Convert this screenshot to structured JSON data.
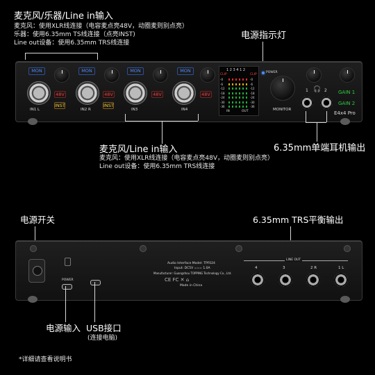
{
  "front_callout_top": {
    "title": "麦克风/乐器/Line in输入",
    "line1": "麦克风：使用XLR线连接（电容麦点亮48V，动圈麦则别点亮）",
    "line2": "乐器：使用6.35mm TS线连接（点亮INST)",
    "line3": "Line out设备：使用6.35mm TRS线连接"
  },
  "power_indicator_label": "电源指示灯",
  "front_callout_bottom": {
    "title": "麦克风/Line in输入",
    "line1": "麦克风：使用XLR线连接（电容麦点亮48V，动圈麦则别点亮）",
    "line2": "Line out设备：使用6.35mm TRS线连接"
  },
  "headphone_label": "6.35mm单端耳机输出",
  "front_panel": {
    "channels": [
      {
        "mon": "MON",
        "p48": "48V",
        "inst": "INST",
        "name": "IN1 L"
      },
      {
        "mon": "MON",
        "p48": "48V",
        "inst": "INST",
        "name": "IN2 R"
      },
      {
        "mon": "MON",
        "p48": "48V",
        "inst": "",
        "name": "IN3"
      },
      {
        "mon": "MON",
        "p48": "48V",
        "inst": "",
        "name": "IN4"
      }
    ],
    "meter_top": "1 2 3 4 1 2",
    "meter_clip": "CLIP",
    "meter_levels": [
      "-0",
      "-6",
      "-12",
      "-18",
      "-24",
      "-30",
      "-36"
    ],
    "meter_in": "IN",
    "meter_out": "OUT",
    "power_text": "POWER",
    "monitor_text": "MONITOR",
    "hp_left": "1",
    "hp_right": "2",
    "gain1": "GAIN 1",
    "gain2": "GAIN 2",
    "model": "E4x4 Pro"
  },
  "power_switch_label": "电源开关",
  "trs_out_label": "6.35mm TRS平衡输出",
  "back_panel": {
    "power_port": "POWER",
    "info1": "Audio Interface  Model: TPF024",
    "info2": "Input: DC5V === 1.0A",
    "info3": "Manufacturer: Guangzhou TOPPING Technology Co., Ltd.",
    "info4": "Made in China",
    "line_out": "LINE OUT",
    "outputs": [
      "4",
      "3",
      "2 R",
      "1 L"
    ]
  },
  "power_in_label": "电源输入",
  "usb_label": "USB接口",
  "usb_sub": "(连接电脑)",
  "footnote": "*详细请查看说明书"
}
